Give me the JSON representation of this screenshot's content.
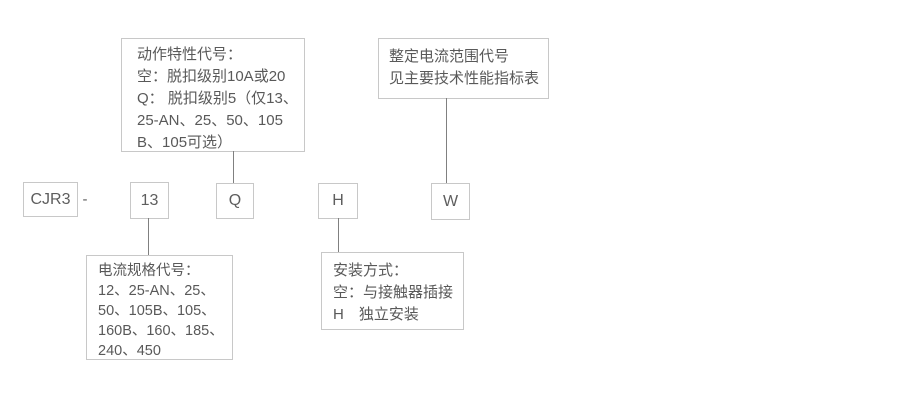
{
  "diagram_title": "CJR3 model designation breakdown",
  "model": {
    "series": "CJR3",
    "separator": "-",
    "current_spec_code": "13",
    "trip_class_code": "Q",
    "mounting_code": "H",
    "current_range_code": "W"
  },
  "callouts": {
    "trip_class": {
      "lines": [
        "动作特性代号：",
        "空：脱扣级别10A或20",
        "Q： 脱扣级别5（仅13、",
        "25-AN、25、50、105",
        "B、105可选）"
      ]
    },
    "current_range": {
      "lines": [
        "整定电流范围代号",
        "见主要技术性能指标表"
      ]
    },
    "current_spec": {
      "lines": [
        "电流规格代号：",
        "12、25-AN、25、",
        "50、105B、105、",
        "160B、160、185、",
        "240、450"
      ]
    },
    "mounting": {
      "lines": [
        "安装方式：",
        "空：与接触器插接",
        "H　独立安装"
      ]
    }
  },
  "colors": {
    "background": "#ffffff",
    "box_border": "#c8c8c8",
    "text": "#595959",
    "connector_line": "#808080"
  }
}
